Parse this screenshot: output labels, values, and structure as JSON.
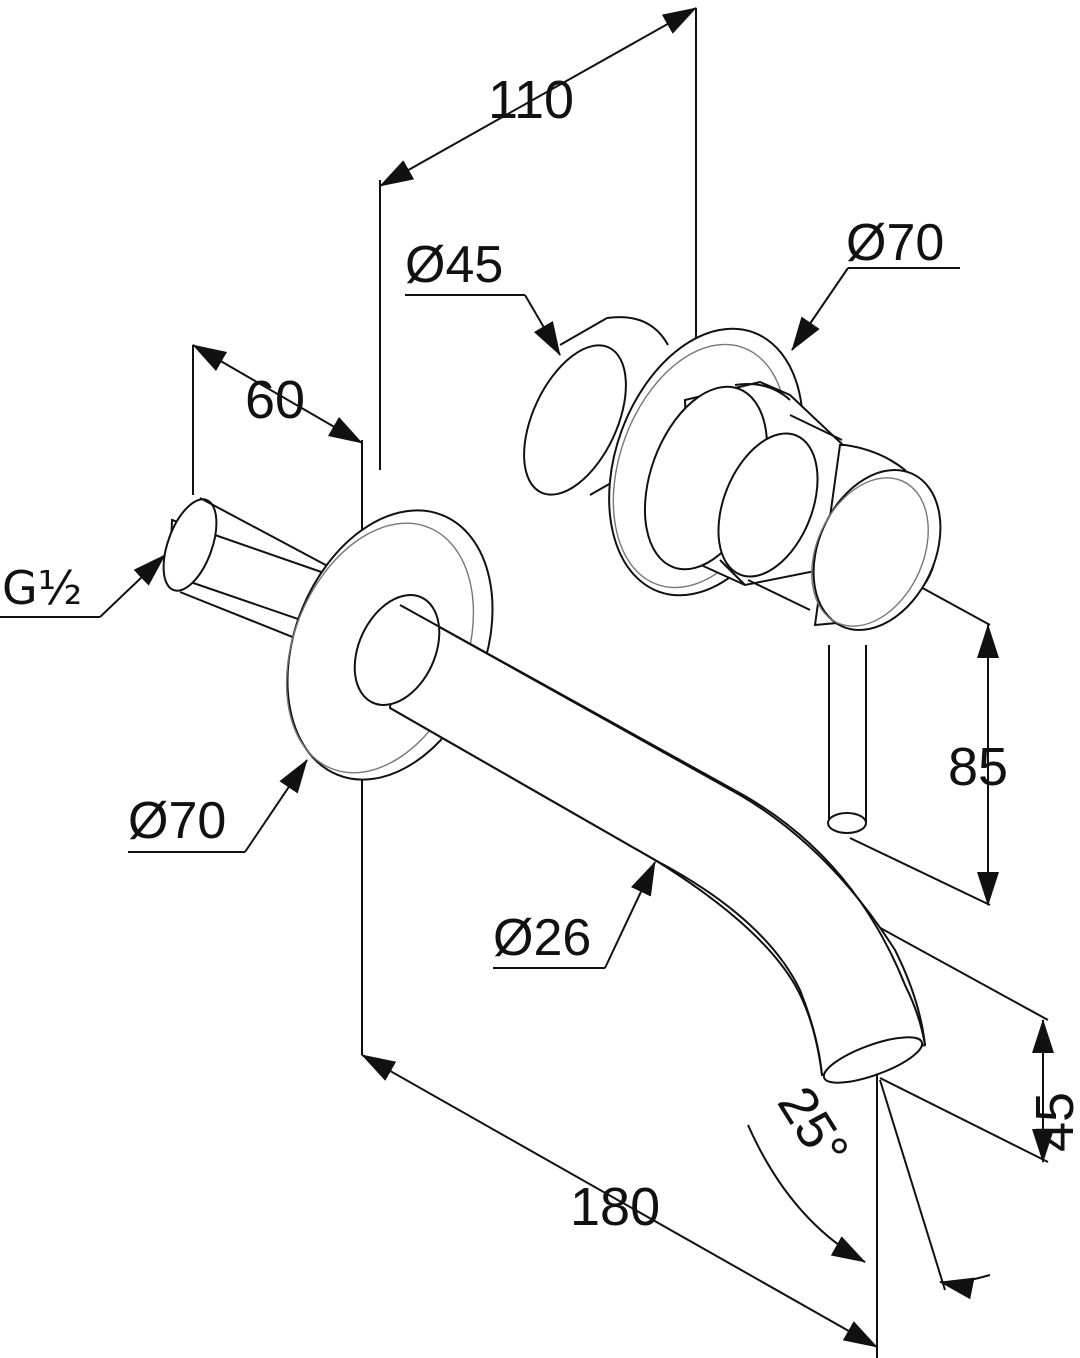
{
  "dimensions": {
    "d110": "110",
    "d45_diameter": "Ø45",
    "d70_diameter_top": "Ø70",
    "d60": "60",
    "g_half": "G½",
    "d85": "85",
    "d70_diameter_bottom": "Ø70",
    "d26_diameter": "Ø26",
    "d45": "45",
    "d180": "180",
    "angle25": "25°"
  },
  "colors": {
    "line": "#111111",
    "background": "#ffffff"
  }
}
